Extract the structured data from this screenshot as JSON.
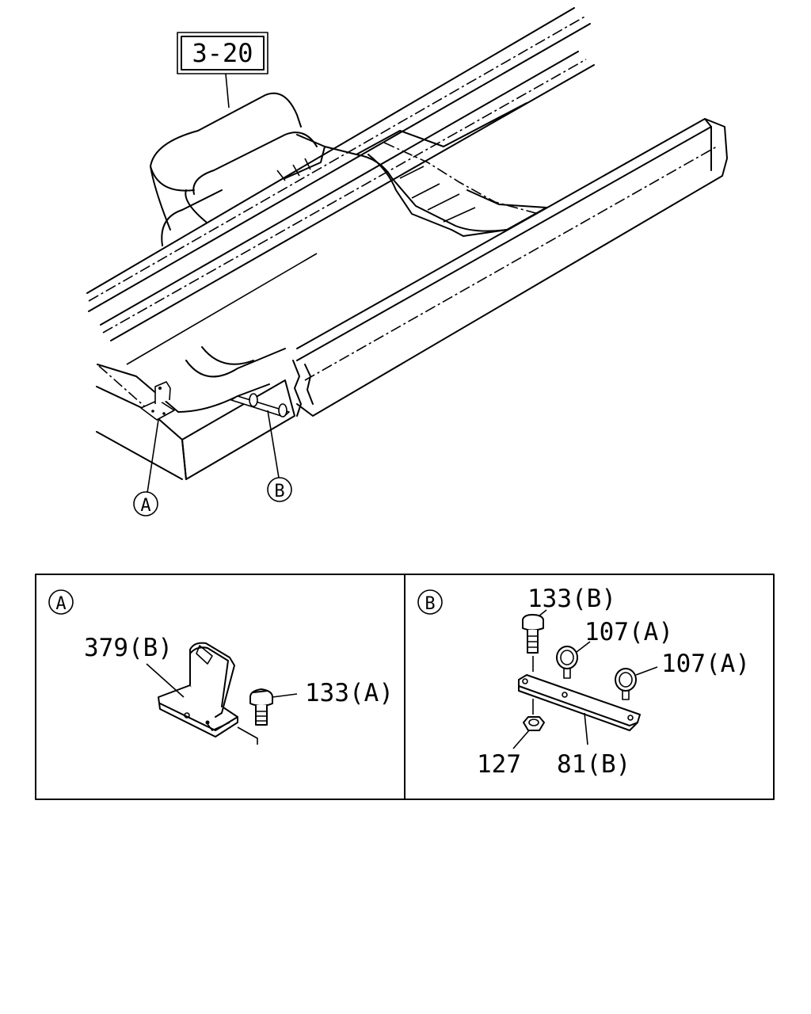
{
  "reference_box": {
    "label": "3-20"
  },
  "callouts": {
    "a": "A",
    "b": "B"
  },
  "detail_a": {
    "marker": "A",
    "parts": [
      {
        "label": "379(B)"
      },
      {
        "label": "133(A)"
      }
    ]
  },
  "detail_b": {
    "marker": "B",
    "parts": [
      {
        "label": "133(B)"
      },
      {
        "label": "107(A)"
      },
      {
        "label": "107(A)"
      },
      {
        "label": "127"
      },
      {
        "label": "81(B)"
      }
    ]
  }
}
